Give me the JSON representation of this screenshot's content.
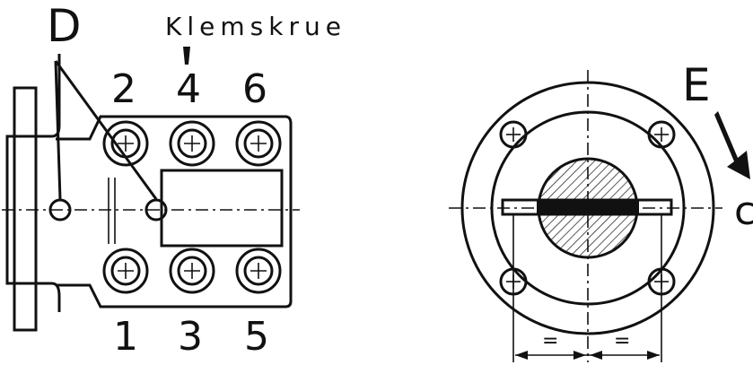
{
  "labels": {
    "detail_d": "D",
    "clamp_screw": "Klemskrue",
    "detail_e": "E",
    "edge_c": "c",
    "equal_left": "=",
    "equal_right": "="
  },
  "bolt_numbers": {
    "top": [
      "2",
      "4",
      "6"
    ],
    "bottom": [
      "1",
      "3",
      "5"
    ]
  },
  "colors": {
    "ink": "#111111",
    "paper": "#ffffff"
  }
}
